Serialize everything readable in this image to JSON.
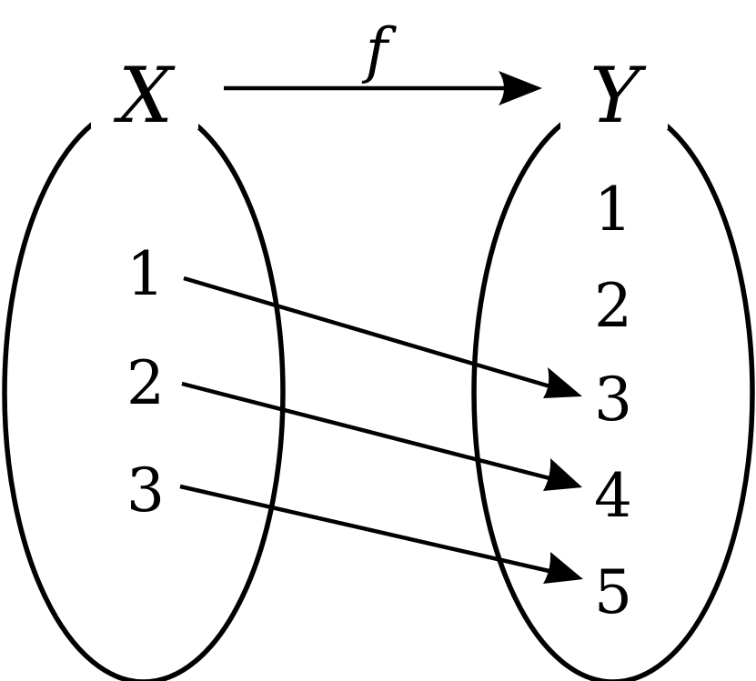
{
  "diagram": {
    "domain_label": "X",
    "codomain_label": "Y",
    "function_label": "f",
    "domain_elements": [
      "1",
      "2",
      "3"
    ],
    "codomain_elements": [
      "1",
      "2",
      "3",
      "4",
      "5"
    ],
    "mapping": [
      {
        "from": "1",
        "to": "3"
      },
      {
        "from": "2",
        "to": "4"
      },
      {
        "from": "3",
        "to": "5"
      }
    ]
  }
}
